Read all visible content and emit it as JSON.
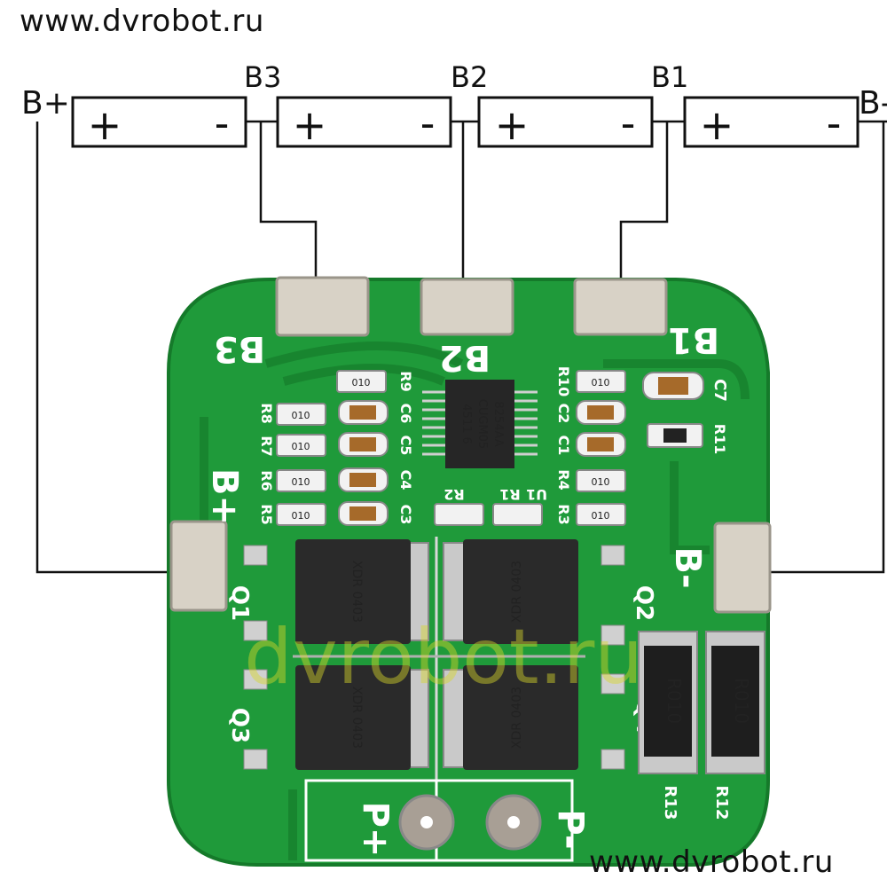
{
  "watermark": {
    "top": "www.dvrobot.ru",
    "bottom": "www.dvrobot.ru",
    "center": "dvrobot.ru"
  },
  "wiring": {
    "terminals": [
      "B+",
      "B3",
      "B2",
      "B1",
      "B-"
    ],
    "cells": [
      {
        "plus": "+",
        "minus": "-"
      },
      {
        "plus": "+",
        "minus": "-"
      },
      {
        "plus": "+",
        "minus": "-"
      },
      {
        "plus": "+",
        "minus": "-"
      }
    ]
  },
  "board": {
    "pads": {
      "b3": "B3",
      "b2": "B2",
      "b1": "B1",
      "bplus": "B+",
      "bminus": "B-",
      "pplus": "P+",
      "pminus": "P-"
    },
    "ref": {
      "r8": "R8",
      "r7": "R7",
      "r6": "R6",
      "r5": "R5",
      "r9": "R9",
      "c6": "C6",
      "c5": "C5",
      "c4": "C4",
      "c3": "C3",
      "r10": "R10",
      "c2": "C2",
      "c1": "C1",
      "r4": "R4",
      "r3": "R3",
      "r2": "R2",
      "r1": "R1",
      "u1": "U1",
      "c7": "C7",
      "r11": "R11",
      "q1": "Q1",
      "q2": "Q2",
      "q3": "Q3",
      "q4": "Q4",
      "r12": "R12",
      "r13": "R13"
    },
    "ic_text": [
      "8254AA",
      "CUGM05",
      "4511 6"
    ],
    "mosfet_text": "XDR 0403",
    "shunt_text": "R010",
    "resistor_code": "010",
    "colors": {
      "pcb": "#1f9a3a",
      "pcb_edge": "#157a2a",
      "silk": "#ffffff",
      "pad": "#d8d2c6"
    }
  }
}
